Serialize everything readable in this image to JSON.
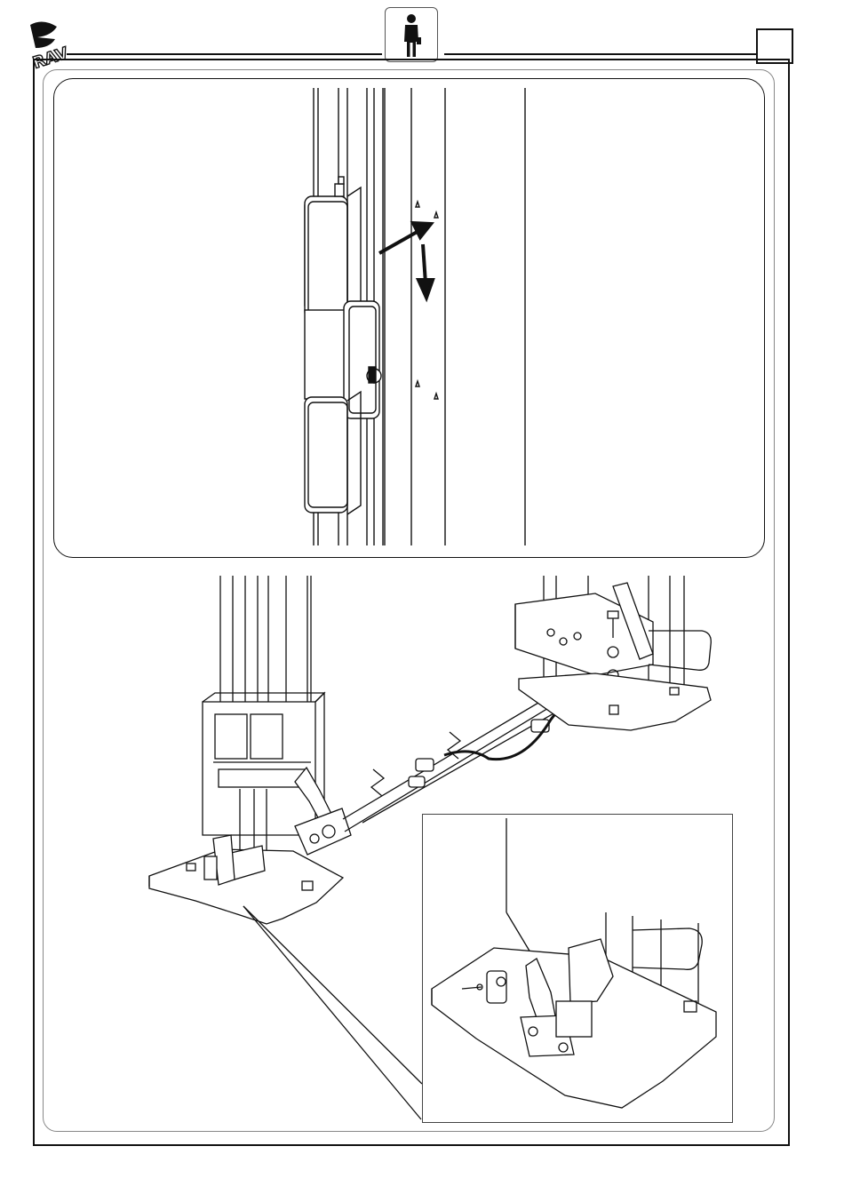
{
  "header": {
    "brand_logo_text": "RAV",
    "operator_icon": "person-icon",
    "page_number": ""
  },
  "figure_top": {
    "description_icon": "control-box-on-column"
  },
  "figure_bottom": {
    "description_icon": "lift-base-with-cable-routing"
  },
  "colors": {
    "line": "#111111",
    "background": "#ffffff"
  }
}
